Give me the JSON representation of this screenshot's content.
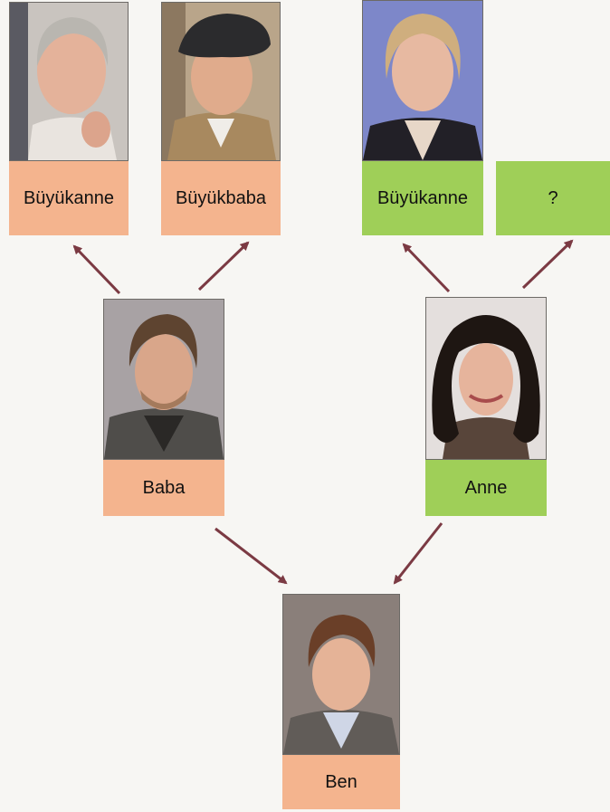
{
  "colors": {
    "paternal": "#f4b48e",
    "maternal": "#9fcf58",
    "arrow": "#7b3a43"
  },
  "people": {
    "grandmother_paternal": {
      "label": "Büyükanne",
      "icon": "woman-portrait-icon"
    },
    "grandfather_paternal": {
      "label": "Büyükbaba",
      "icon": "man-with-cap-portrait-icon"
    },
    "grandmother_maternal": {
      "label": "Büyükanne",
      "icon": "woman-portrait-icon"
    },
    "grandfather_maternal": {
      "label": "?"
    },
    "father": {
      "label": "Baba",
      "icon": "man-portrait-icon"
    },
    "mother": {
      "label": "Anne",
      "icon": "woman-curly-hair-portrait-icon"
    },
    "me": {
      "label": "Ben",
      "icon": "boy-portrait-icon"
    }
  }
}
